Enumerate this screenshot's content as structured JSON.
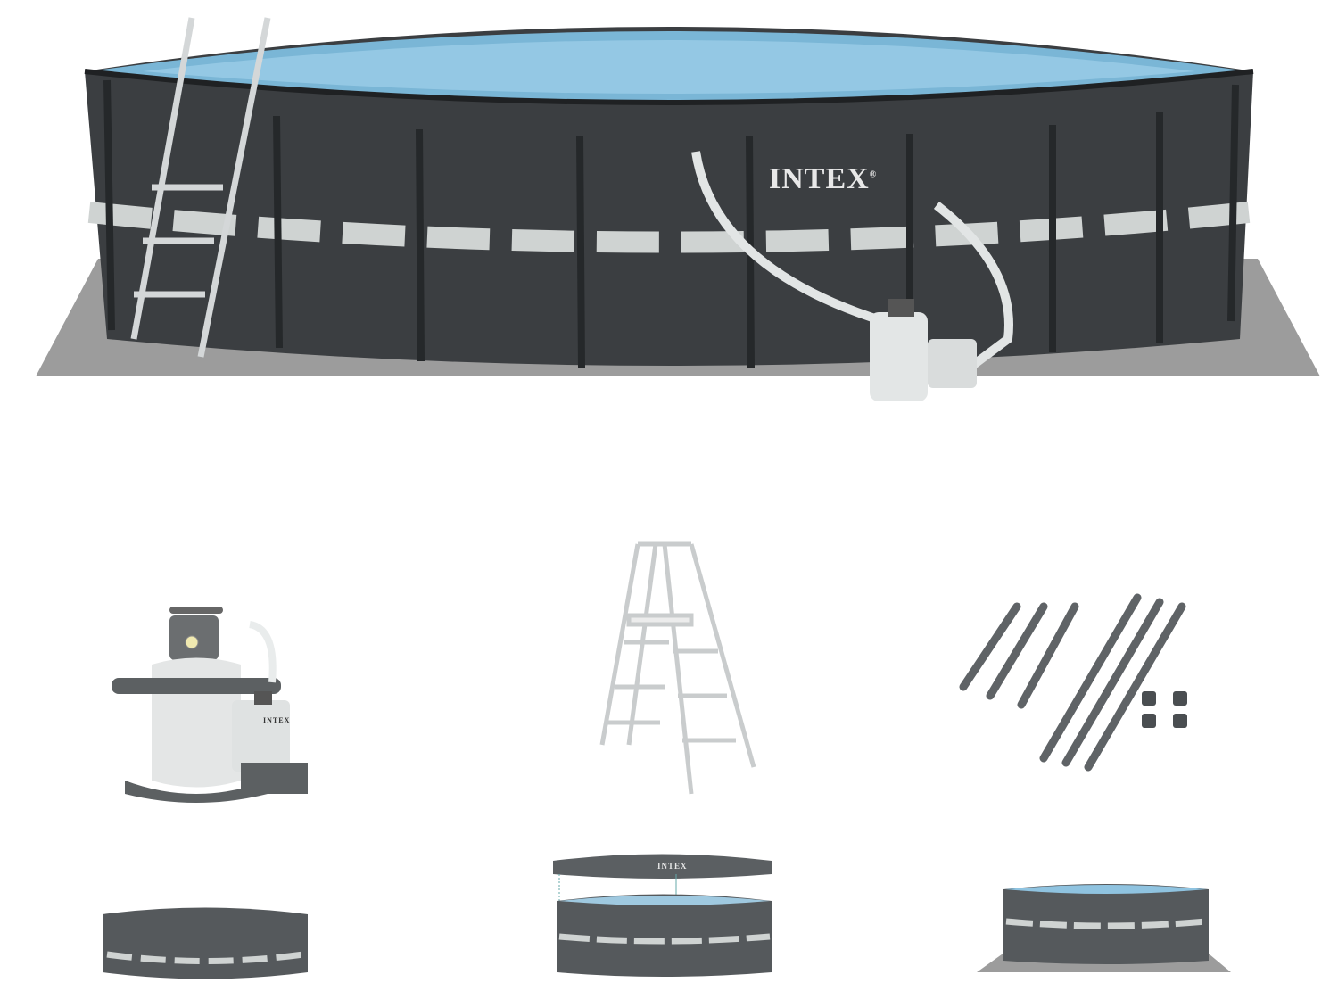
{
  "image": {
    "description": "Product photo of an above-ground frame pool set with included accessories",
    "colors": {
      "background": "#ffffff",
      "pool_wall": "#3a3d40",
      "pool_band": "#cfd3d2",
      "water": "#7fb8d8",
      "ground_cloth": "#9a9a9a",
      "accessory_gray": "#d9dcdc",
      "leg_gray": "#5a5e62"
    }
  },
  "main_pool": {
    "brand_text": "INTEX",
    "registered_mark": "®"
  },
  "accessories": [
    {
      "name": "sand-filter-pump",
      "label_text": "INTEX"
    },
    {
      "name": "pool-ladder"
    },
    {
      "name": "support-legs-and-fittings"
    },
    {
      "name": "pool-cover-closed"
    },
    {
      "name": "pool-cover",
      "label_text": "INTEX"
    },
    {
      "name": "pool-with-ground-cloth"
    }
  ]
}
